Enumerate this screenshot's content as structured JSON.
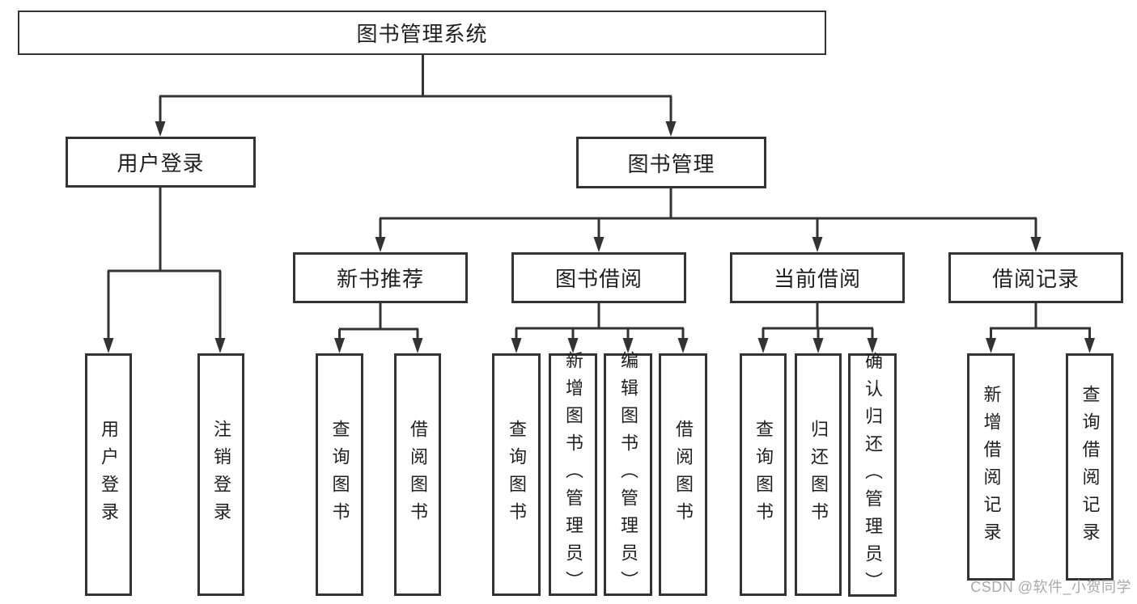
{
  "diagram": {
    "root": {
      "label": "图书管理系统"
    },
    "level2": {
      "user_login": {
        "label": "用户登录"
      },
      "book_mgmt": {
        "label": "图书管理"
      }
    },
    "level3": {
      "new_book_rec": {
        "label": "新书推荐"
      },
      "book_borrow": {
        "label": "图书借阅"
      },
      "current_borrow": {
        "label": "当前借阅"
      },
      "borrow_record": {
        "label": "借阅记录"
      }
    },
    "leaves": {
      "user_login_leaf": {
        "label": "用户登录"
      },
      "logout_leaf": {
        "label": "注销登录"
      },
      "query_books_rec": {
        "label": "查询图书"
      },
      "borrow_books_rec": {
        "label": "借阅图书"
      },
      "query_books_borrow": {
        "label": "查询图书"
      },
      "add_books_admin": {
        "label": "新增图书（管理员）"
      },
      "edit_books_admin": {
        "label": "编辑图书（管理员）"
      },
      "borrow_books_leaf": {
        "label": "借阅图书"
      },
      "query_books_current": {
        "label": "查询图书"
      },
      "return_books": {
        "label": "归还图书"
      },
      "confirm_return_admin": {
        "label": "确认归还（管理员）"
      },
      "add_borrow_record": {
        "label": "新增借阅记录"
      },
      "query_borrow_record": {
        "label": "查询借阅记录"
      }
    },
    "watermark": "CSDN @软件_小贺同学",
    "colors": {
      "line": "#333333",
      "text": "#1f1f1f",
      "background": "#ffffff",
      "watermark": "#a9a9a9"
    }
  }
}
